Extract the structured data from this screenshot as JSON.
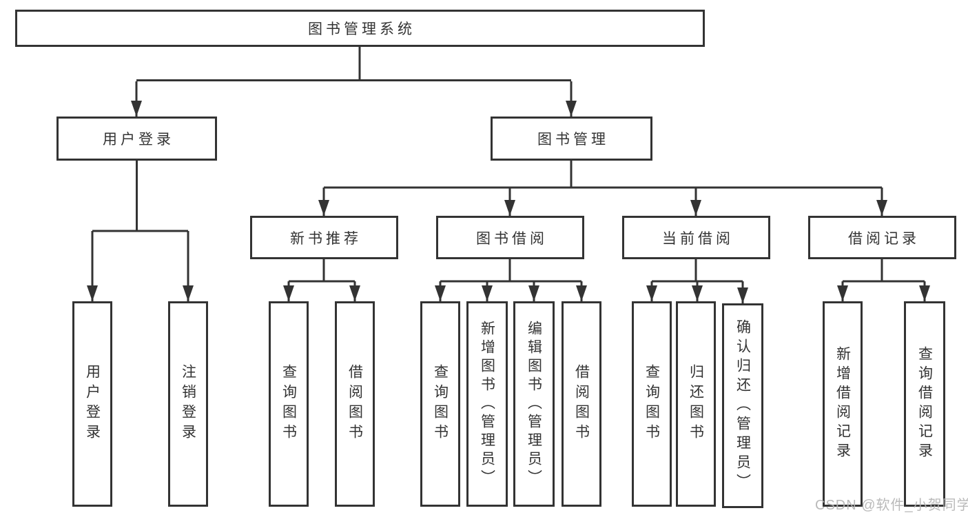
{
  "diagram": {
    "root": "图书管理系统",
    "user_branch": {
      "label": "用户登录",
      "children": [
        "用户登录",
        "注销登录"
      ]
    },
    "book_branch": {
      "label": "图书管理",
      "groups": [
        {
          "label": "新书推荐",
          "children": [
            "查询图书",
            "借阅图书"
          ]
        },
        {
          "label": "图书借阅",
          "children": [
            "查询图书",
            "新增图书（管理员）",
            "编辑图书（管理员）",
            "借阅图书"
          ]
        },
        {
          "label": "当前借阅",
          "children": [
            "查询图书",
            "归还图书",
            "确认归还（管理员）"
          ]
        },
        {
          "label": "借阅记录",
          "children": [
            "新增借阅记录",
            "查询借阅记录"
          ]
        }
      ]
    }
  },
  "watermark": "CSDN @软件_小贺同学",
  "colors": {
    "line": "#333333",
    "text": "#333333",
    "background": "#ffffff",
    "watermark": "#b4b4b4"
  }
}
